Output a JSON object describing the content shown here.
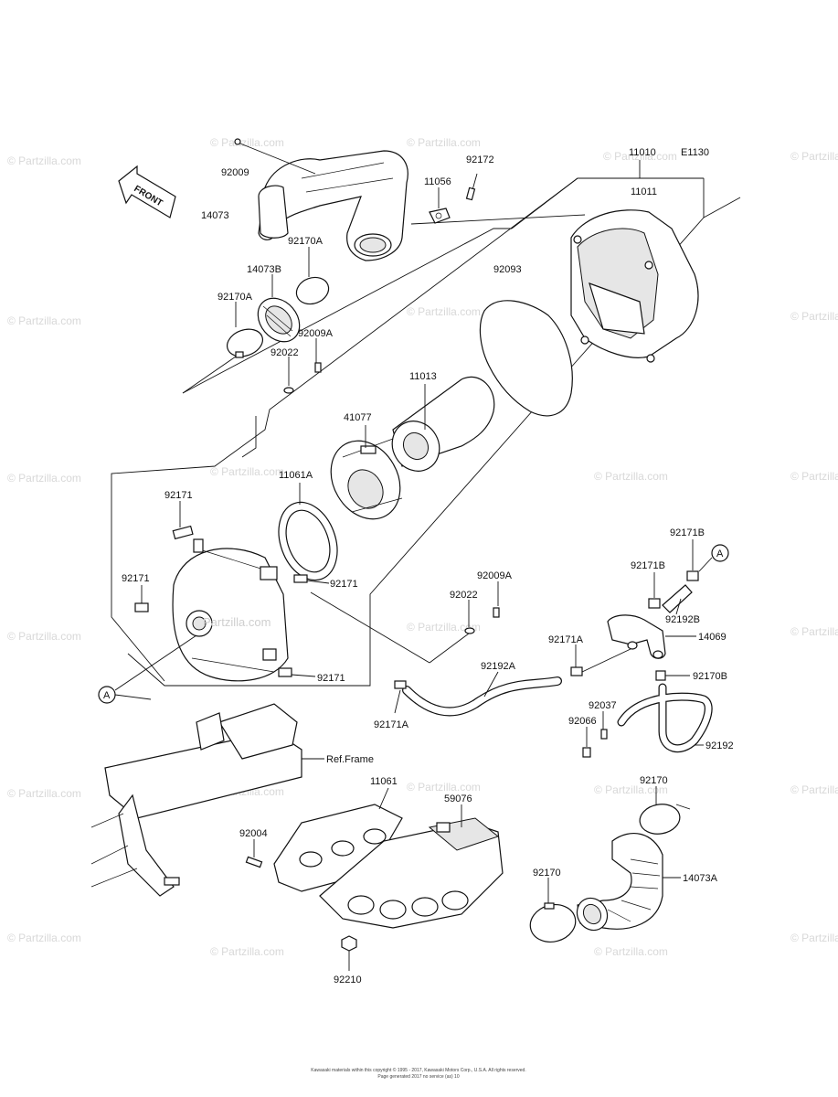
{
  "diagram_code": "E1130",
  "front_label": "FRONT",
  "callout_label": "A",
  "watermark_text": "© Partzilla.com",
  "center_watermark": "Partzilla.com",
  "ref_frame_label": "Ref.Frame",
  "copyright_line1": "Kawasaki materials within this copyright © 1995 - 2017, Kawasaki Motors Corp., U.S.A. All rights reserved.",
  "copyright_line2": "Page generated 2017 no service (as) 10",
  "labels": {
    "p92009": "92009",
    "p14073": "14073",
    "p92172": "92172",
    "p11056": "11056",
    "p11010": "11010",
    "p11011": "11011",
    "p92170A_top": "92170A",
    "p14073B": "14073B",
    "p92170A_left": "92170A",
    "p92009A_top": "92009A",
    "p92022_top": "92022",
    "p92093": "92093",
    "p11013": "11013",
    "p41077": "41077",
    "p11061A": "11061A",
    "p92171_a": "92171",
    "p92171_b": "92171",
    "p92171_c": "92171",
    "p92171_d": "92171",
    "p92009A_mid": "92009A",
    "p92022_mid": "92022",
    "p92171B_a": "92171B",
    "p92171B_b": "92171B",
    "p92192B": "92192B",
    "p14069": "14069",
    "p92171A_right": "92171A",
    "p92192A": "92192A",
    "p92170B": "92170B",
    "p92037": "92037",
    "p92066": "92066",
    "p92171A_bottom": "92171A",
    "p92192": "92192",
    "p11061": "11061",
    "p59076": "59076",
    "p92170_top": "92170",
    "p92004": "92004",
    "p92170_left": "92170",
    "p14073A": "14073A",
    "p92210": "92210"
  }
}
